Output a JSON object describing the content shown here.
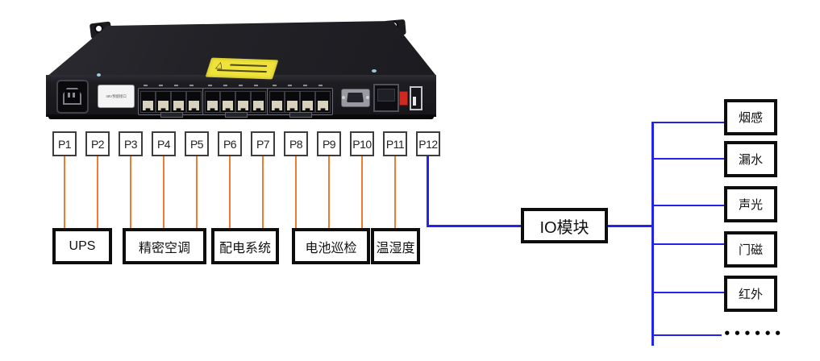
{
  "device": {
    "type_label": "serial monitoring host",
    "power_inlet_label": "48V预留接口"
  },
  "ports": [
    {
      "label": "P1"
    },
    {
      "label": "P2"
    },
    {
      "label": "P3"
    },
    {
      "label": "P4"
    },
    {
      "label": "P5"
    },
    {
      "label": "P6"
    },
    {
      "label": "P7"
    },
    {
      "label": "P8"
    },
    {
      "label": "P9"
    },
    {
      "label": "P10"
    },
    {
      "label": "P11"
    },
    {
      "label": "P12"
    }
  ],
  "serial_devices": [
    {
      "label": "UPS",
      "ports": "P1,P2"
    },
    {
      "label": "精密空调",
      "ports": "P3,P4,P5"
    },
    {
      "label": "配电系统",
      "ports": "P6,P7"
    },
    {
      "label": "电池巡检",
      "ports": "P8,P9,P10"
    },
    {
      "label": "温湿度",
      "ports": "P11"
    }
  ],
  "io_module": {
    "label": "IO模块",
    "port": "P12"
  },
  "io_sensors": [
    {
      "label": "烟感"
    },
    {
      "label": "漏水"
    },
    {
      "label": "声光"
    },
    {
      "label": "门磁"
    },
    {
      "label": "红外"
    }
  ],
  "more_indicator": "••••••",
  "icons": {
    "warning_triangle": "△"
  },
  "colors": {
    "serial_line": "#ef7d31",
    "io_line": "#2323ee",
    "device_body": "#1d1d22",
    "warning_label": "#efe23b"
  }
}
